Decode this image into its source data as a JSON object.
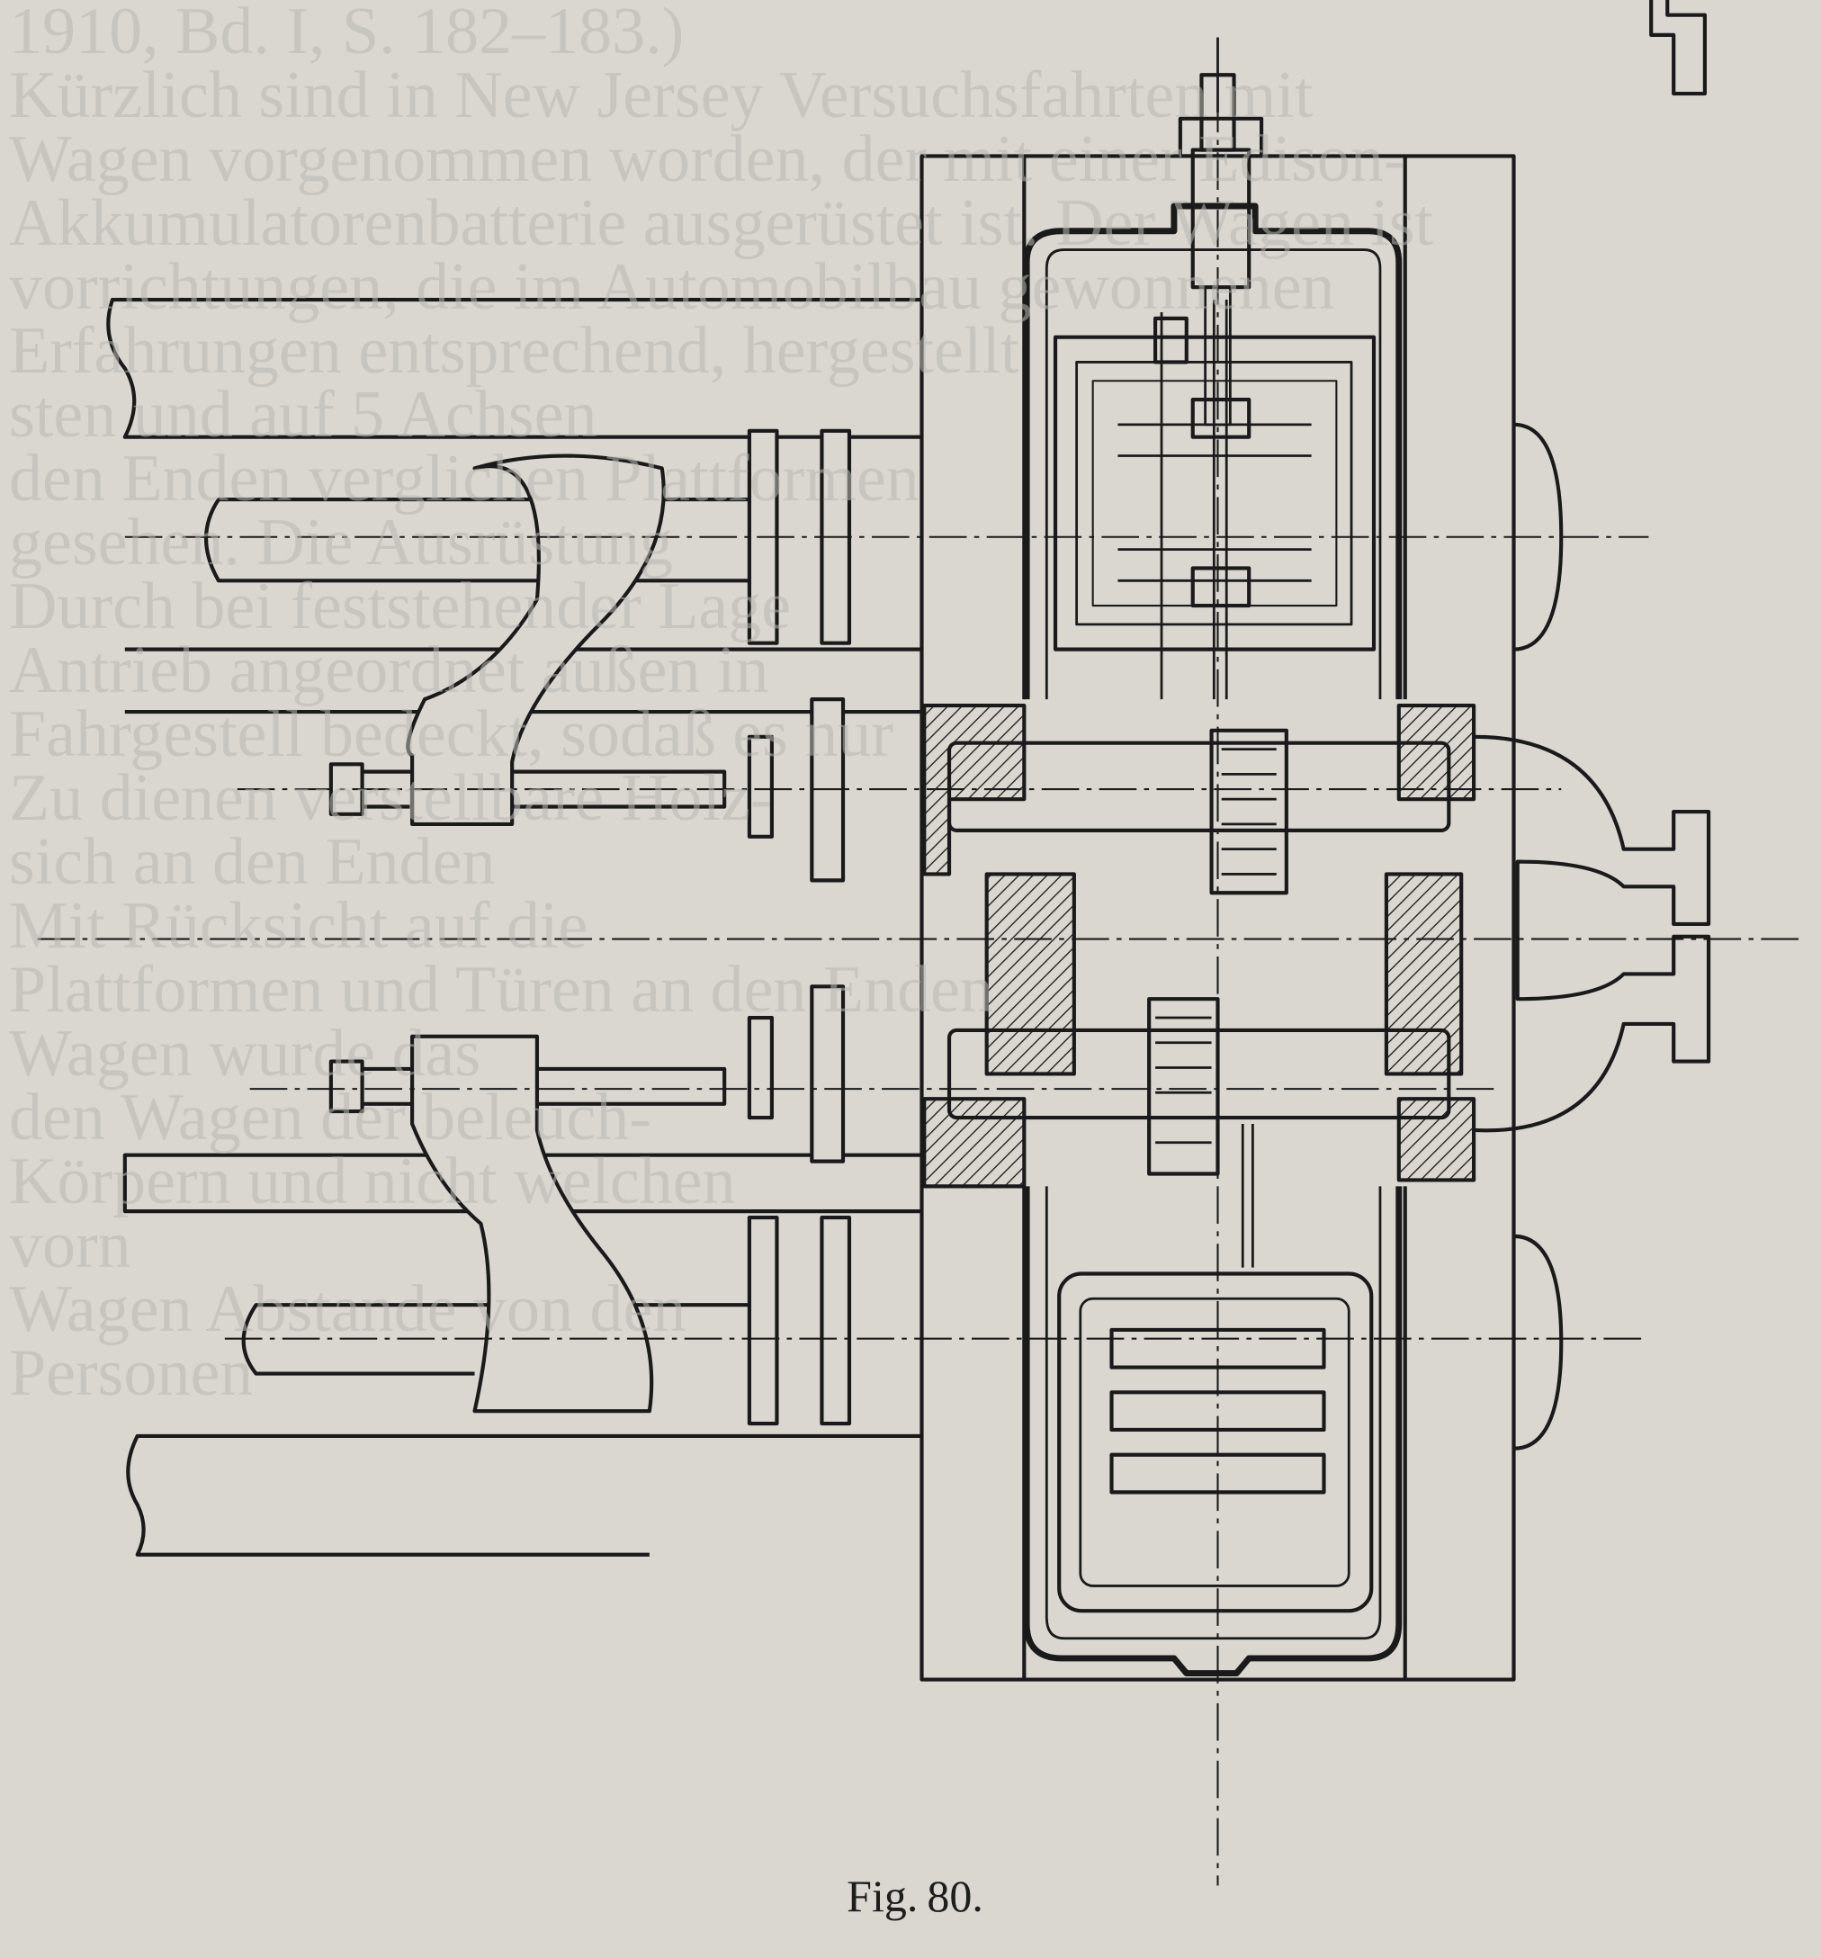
{
  "figure": {
    "label": "Fig.",
    "number": "80."
  },
  "ghost_text": [
    "1910, Bd. I, S. 182–183.)",
    "Kürzlich sind in New Jersey Versuchsfahrten mit",
    "Wagen vorgenommen worden, der mit einer Edison-",
    "Akkumulatorenbatterie ausgerüstet ist. Der Wagen ist",
    "vorrichtungen, die im Automobilbau gewonnenen",
    "Erfahrungen entsprechend, hergestellt",
    "sten und auf 5 Achsen",
    "den Enden verglichen Plattformen",
    "gesehen. Die Ausrüstung",
    "Durch bei feststehender Lage",
    "Antrieb angeordnet außen in",
    "Fahrgestell bedeckt, sodaß es nur",
    "Zu dienen verstellbare Holz-",
    "sich an den Enden",
    "Mit Rücksicht auf die",
    "Plattformen und Türen an den Enden",
    "Wagen wurde das",
    "den Wagen der beleuch-",
    "Körpern und nicht welchen",
    "vorn",
    "Wagen Abstande von den",
    "Personen"
  ],
  "colors": {
    "paper": "#d9d7d0",
    "ink": "#1a1a1a"
  }
}
